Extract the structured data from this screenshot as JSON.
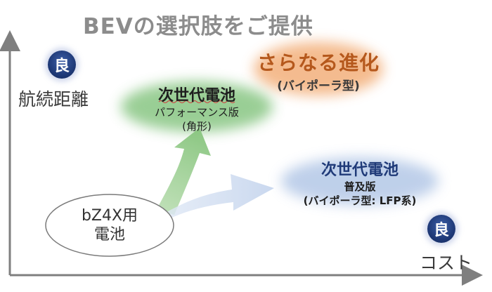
{
  "title": "BEVの選択肢をご提供",
  "axes": {
    "y_label": "航続距離",
    "x_label": "コスト",
    "y_badge": "良",
    "x_badge": "良"
  },
  "nodes": {
    "bz4x": {
      "line1": "bZ4X用",
      "line2": "電池"
    },
    "performance": {
      "title": "次世代電池",
      "line1": "パフォーマンス版",
      "line2": "(角形)"
    },
    "popular": {
      "title": "次世代電池",
      "line1": "普及版",
      "line2": "(バイポーラ型: LFP系)"
    },
    "evolution": {
      "title": "さらなる進化",
      "line1": "(バイポーラ型)"
    }
  },
  "colors": {
    "green_glow": "#8fc98a",
    "orange_glow": "#f3b07c",
    "blue_glow": "#b8cbe8",
    "badge": "#1f3a78",
    "axis": "#7f7f7f"
  }
}
